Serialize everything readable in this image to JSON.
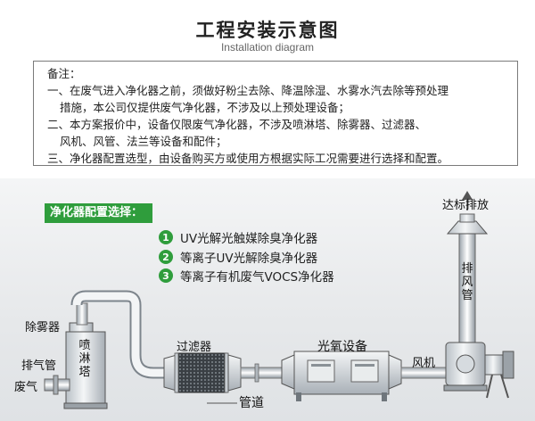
{
  "header": {
    "title": "工程安装示意图",
    "subtitle": "Installation diagram"
  },
  "notes": {
    "lines": [
      "备注：",
      "一、在废气进入净化器之前，须做好粉尘去除、降温除湿、水雾水汽去除等预处理",
      "措施，本公司仅提供废气净化器，不涉及以上预处理设备；",
      "二、本方案报价中，设备仅限废气净化器，不涉及喷淋塔、除雾器、过滤器、",
      "风机、风管、法兰等设备和配件；",
      "三、净化器配置选型，由设备购买方或使用方根据实际工况需要进行选择和配置。"
    ]
  },
  "diagram": {
    "config_label": "净化器配置选择：",
    "options": [
      {
        "num": "1",
        "text": "UV光解光触媒除臭净化器"
      },
      {
        "num": "2",
        "text": "等离子UV光解除臭净化器"
      },
      {
        "num": "3",
        "text": "等离子有机废气VOCS净化器"
      }
    ],
    "labels": {
      "demister": "除雾器",
      "exhaust_pipe": "排气管",
      "waste_gas": "废气",
      "spray_tower": "喷淋塔",
      "filter": "过滤器",
      "duct": "管道",
      "photo_oxygen": "光氧设备",
      "fan": "风机",
      "discharge": "达标排放",
      "exhaust_duct": "排风管"
    },
    "colors": {
      "accent": "#2f9d3c"
    }
  }
}
